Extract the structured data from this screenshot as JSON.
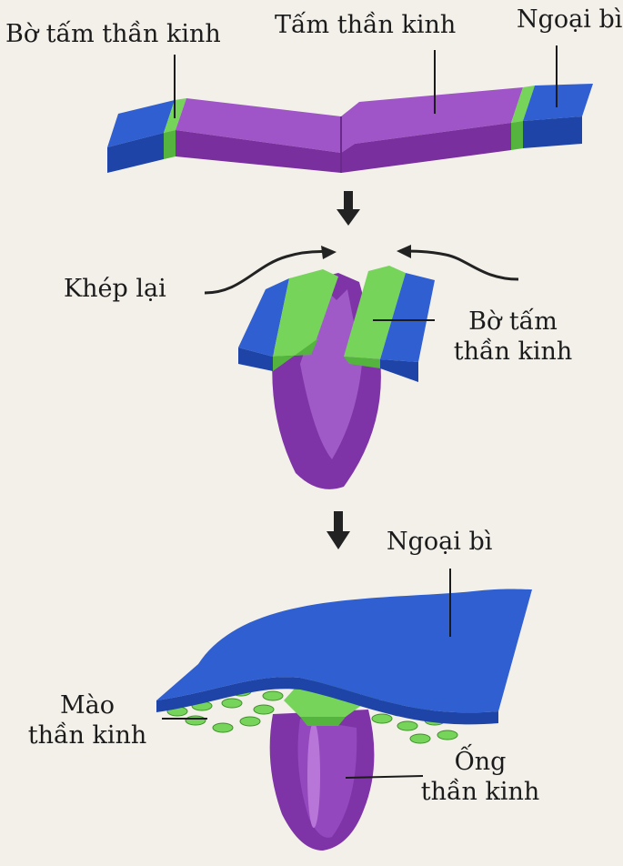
{
  "labels": {
    "top_left": "Bờ tấm thần kinh",
    "top_center": "Tấm thần kinh",
    "top_right": "Ngoại bì",
    "close_arrow": "Khép lại",
    "mid_right_1": "Bờ tấm",
    "mid_right_2": "thần kinh",
    "bottom_ectoderm": "Ngoại bì",
    "crest_1": "Mào",
    "crest_2": "thần kinh",
    "tube_1": "Ống",
    "tube_2": "thần kinh"
  },
  "colors": {
    "ectoderm": "#2f5fd0",
    "neural_plate": "#8a3bb0",
    "neural_border": "#6ccc4a",
    "arrow": "#222222"
  }
}
